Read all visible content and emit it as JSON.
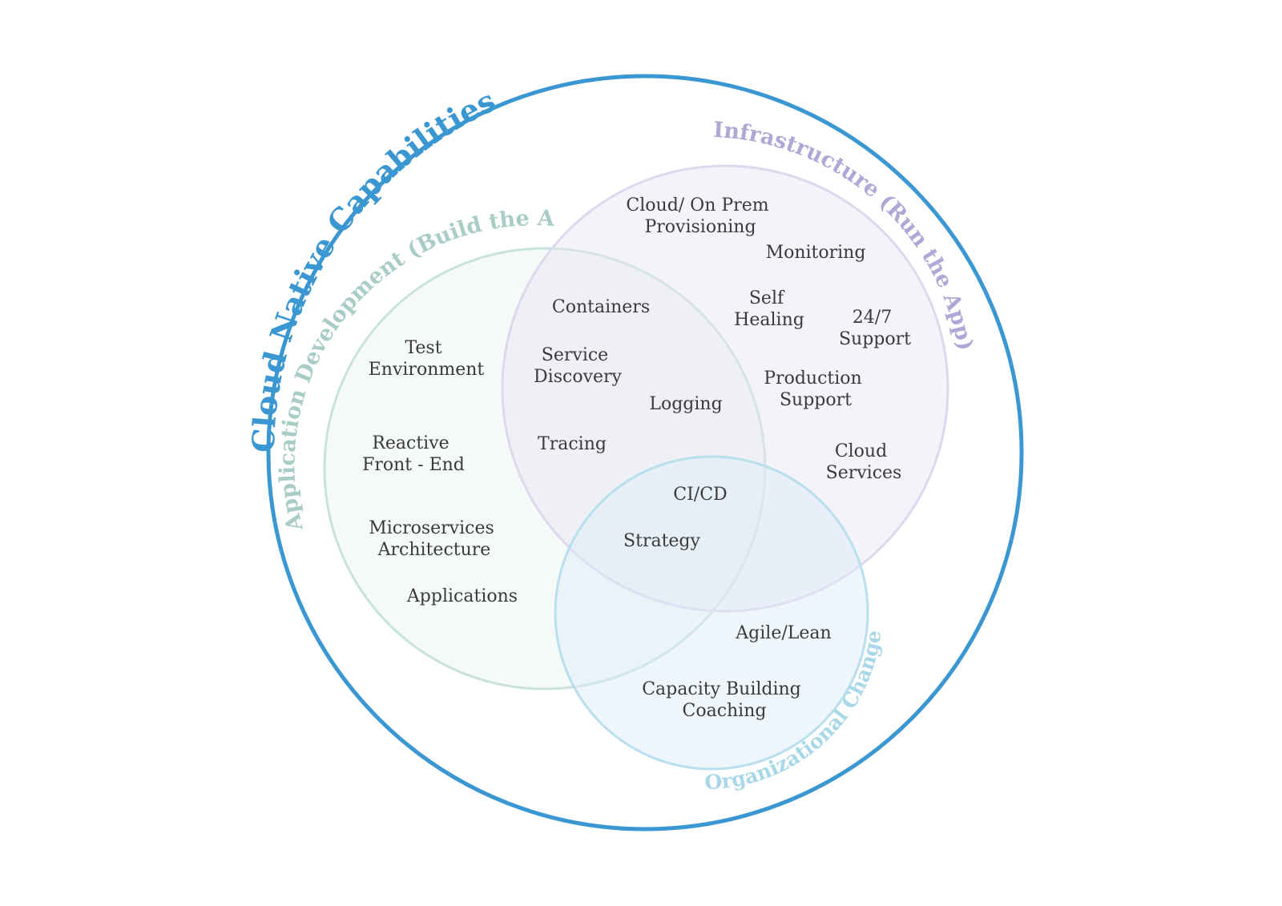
{
  "titles": {
    "outer": "Cloud Native Capabilities",
    "infrastructure": "Infrastructure (Run the App)",
    "appdev": "Application Development (Build the App)",
    "org": "Organizational Change"
  },
  "colors": {
    "outer": "#3a97d1",
    "infrastructure": "#b1a7d6",
    "appdev": "#a9cdc6",
    "org": "#a8d8e8",
    "text": "#3a3a3a"
  },
  "items": {
    "cloud_prov": [
      "Cloud/ On Prem",
      "Provisioning"
    ],
    "monitoring": [
      "Monitoring"
    ],
    "self_healing": [
      "Self",
      "Healing"
    ],
    "support_247": [
      "24/7",
      "Support"
    ],
    "containers": [
      "Containers"
    ],
    "test_env": [
      "Test",
      "Environment"
    ],
    "service_disc": [
      "Service",
      "Discovery"
    ],
    "logging": [
      "Logging"
    ],
    "prod_support": [
      "Production",
      "Support"
    ],
    "reactive": [
      "Reactive",
      "Front - End"
    ],
    "tracing": [
      "Tracing"
    ],
    "cloud_services": [
      "Cloud",
      "Services"
    ],
    "cicd": [
      "CI/CD"
    ],
    "microservices": [
      "Microservices",
      "Architecture"
    ],
    "strategy": [
      "Strategy"
    ],
    "applications": [
      "Applications"
    ],
    "agile": [
      "Agile/Lean"
    ],
    "capacity": [
      "Capacity Building",
      "Coaching"
    ]
  }
}
